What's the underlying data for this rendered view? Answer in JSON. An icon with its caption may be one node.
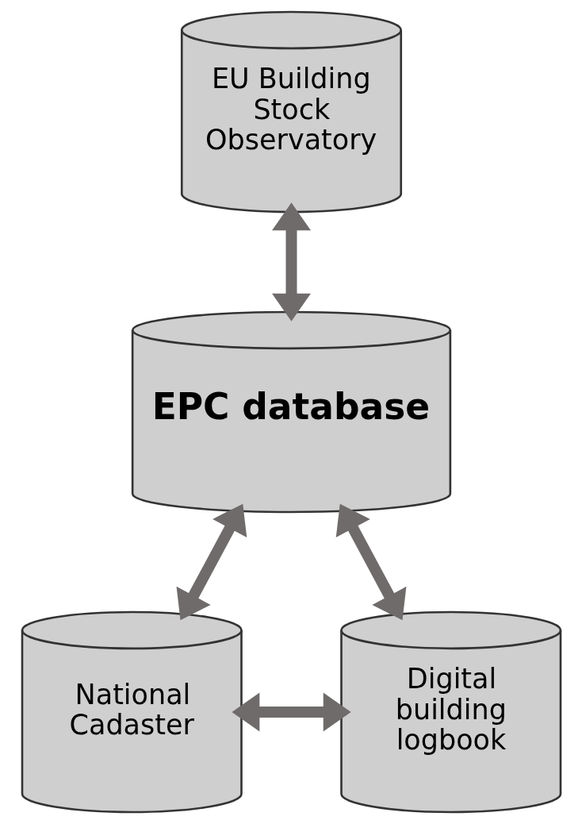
{
  "diagram": {
    "nodes": [
      {
        "text": [
          "EU Building Stock Observatory"
        ]
      },
      {
        "text": [
          "EPC database"
        ]
      },
      {
        "text": [
          "National Cadaster"
        ]
      },
      {
        "text": [
          "Digital building logbook"
        ]
      }
    ],
    "edges": [
      {
        "from": 0,
        "to": 1,
        "arrow": "both"
      },
      {
        "from": 1,
        "to": 2,
        "arrow": "both"
      },
      {
        "from": 1,
        "to": 3,
        "arrow": "both"
      },
      {
        "from": 2,
        "to": 3,
        "arrow": "both"
      }
    ]
  }
}
